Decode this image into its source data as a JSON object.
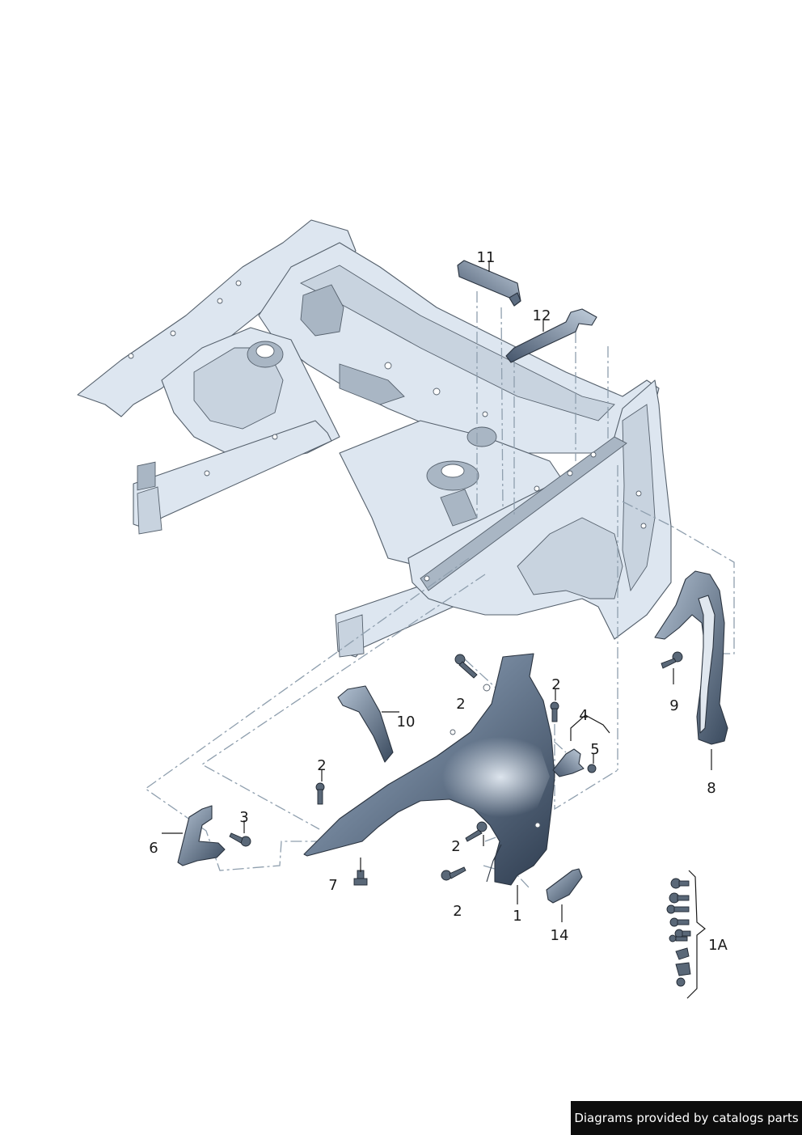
{
  "callouts": {
    "c1": "1",
    "c1a": "1A",
    "c2a": "2",
    "c2b": "2",
    "c2c": "2",
    "c2d": "2",
    "c2e": "2",
    "c3": "3",
    "c4": "4",
    "c5": "5",
    "c6": "6",
    "c7": "7",
    "c8": "8",
    "c9": "9",
    "c10": "10",
    "c11": "11",
    "c12": "12",
    "c14": "14"
  },
  "footer": {
    "credit": "Diagrams provided by catalogs parts"
  },
  "colors": {
    "body_shell": "#dde6f0",
    "part_dark": "#2f3d50",
    "part_light": "#a9b9cc",
    "dash_lines": "#8f9fae",
    "credit_bg": "#0d0d0d"
  }
}
